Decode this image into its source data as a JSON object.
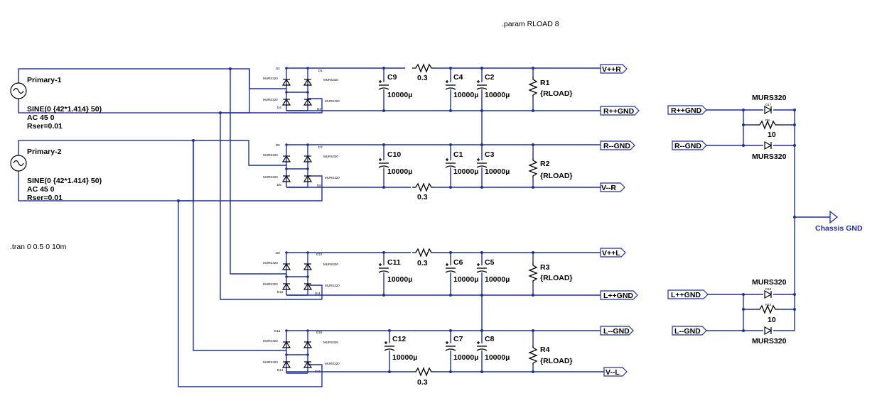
{
  "directives": {
    "param": ".param RLOAD 8",
    "tran": ".tran 0 0.5 0 10m"
  },
  "sources": [
    {
      "name": "Primary-1",
      "line1": "SINE(0 {42*1.414} 50)",
      "line2": "AC 45 0",
      "line3": "Rser=0.01"
    },
    {
      "name": "Primary-2",
      "line1": "SINE(0 {42*1.414} 50)",
      "line2": "AC 45 0",
      "line3": "Rser=0.01"
    }
  ],
  "diode_model": "MURS320",
  "rail_capacitor": "10000µ",
  "rail_resistor": "0.3",
  "resistors": [
    {
      "name": "R1",
      "value": "{RLOAD}"
    },
    {
      "name": "R2",
      "value": "{RLOAD}"
    },
    {
      "name": "R3",
      "value": "{RLOAD}"
    },
    {
      "name": "R4",
      "value": "{RLOAD}"
    }
  ],
  "capacitors": [
    "C9",
    "C4",
    "C2",
    "C10",
    "C1",
    "C3",
    "C11",
    "C6",
    "C5",
    "C12",
    "C7",
    "C8"
  ],
  "nets": {
    "vpr": "V++R",
    "rpgnd": "R++GND",
    "rmgnd": "R--GND",
    "vmr": "V--R",
    "vpl": "V++L",
    "lpgnd": "L++GND",
    "lmgnd": "L--GND",
    "vml": "V--L",
    "chassis": "Chassis GND"
  },
  "gnd_diodes": {
    "model": "MURS320",
    "resistor": "10"
  },
  "colors": {
    "wire": "#1f2f9f",
    "component": "#000000",
    "background": "#ffffff"
  }
}
